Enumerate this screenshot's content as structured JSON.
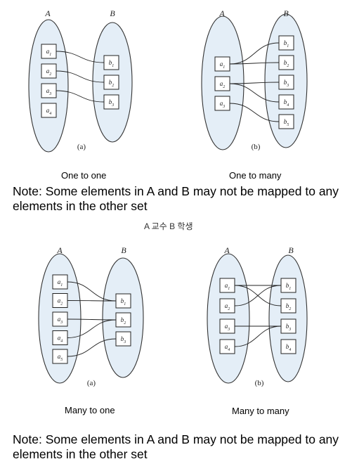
{
  "note_top": "Note: Some elements in A and B may not be mapped to any elements in the other set",
  "note_bottom": "Note: Some elements in A and B may not be mapped to any elements in the other set",
  "middle_label": "A 교수 B 학생",
  "panels": [
    {
      "id": "one-to-one",
      "caption": "One to one",
      "sub": "(a)",
      "set_a": "A",
      "set_b": "B",
      "a": [
        "a1",
        "a2",
        "a3",
        "a4"
      ],
      "b": [
        "b1",
        "b2",
        "b3"
      ],
      "edges": [
        [
          0,
          0
        ],
        [
          1,
          1
        ],
        [
          2,
          2
        ]
      ]
    },
    {
      "id": "one-to-many",
      "caption": "One to many",
      "sub": "(b)",
      "set_a": "A",
      "set_b": "B",
      "a": [
        "a1",
        "a2",
        "a3"
      ],
      "b": [
        "b1",
        "b2",
        "b3",
        "b4",
        "b5"
      ],
      "edges": [
        [
          0,
          0
        ],
        [
          0,
          1
        ],
        [
          1,
          2
        ],
        [
          1,
          3
        ],
        [
          2,
          4
        ]
      ]
    },
    {
      "id": "many-to-one",
      "caption": "Many to one",
      "sub": "(a)",
      "set_a": "A",
      "set_b": "B",
      "a": [
        "a1",
        "a2",
        "a3",
        "a4",
        "a5"
      ],
      "b": [
        "b1",
        "b2",
        "b3"
      ],
      "edges": [
        [
          0,
          0
        ],
        [
          1,
          0
        ],
        [
          2,
          1
        ],
        [
          3,
          1
        ],
        [
          4,
          2
        ]
      ]
    },
    {
      "id": "many-to-many",
      "caption": "Many to many",
      "sub": "(b)",
      "set_a": "A",
      "set_b": "B",
      "a": [
        "a1",
        "a2",
        "a3",
        "a4"
      ],
      "b": [
        "b1",
        "b2",
        "b3",
        "b4"
      ],
      "edges": [
        [
          0,
          0
        ],
        [
          0,
          1
        ],
        [
          1,
          0
        ],
        [
          2,
          2
        ],
        [
          3,
          2
        ]
      ]
    }
  ]
}
